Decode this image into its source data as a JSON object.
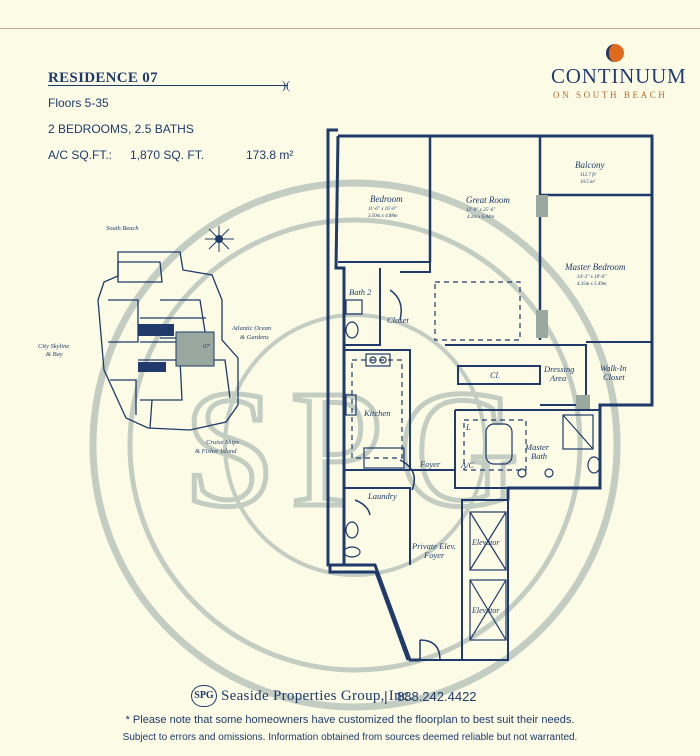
{
  "header": {
    "residence_title": "RESIDENCE 07",
    "floors": "Floors 5-35",
    "bedrooms_baths": "2 BEDROOMS,  2.5 BATHS",
    "area_label": "A/C SQ.FT.:",
    "area_sqft": "1,870 SQ. FT.",
    "area_m2": "173.8 m²"
  },
  "brand": {
    "name": "CONTINUUM",
    "subtitle": "ON SOUTH BEACH"
  },
  "watermark": "SPG",
  "key_plan": {
    "north_label": "South Beach",
    "west_label_1": "City Skyline",
    "west_label_2": "& Bay",
    "east_label_1": "Atlantic Ocean",
    "east_label_2": "& Gardens",
    "south_label_1": "Cruise Ships",
    "south_label_2": "& Fisher Island",
    "unit_marker": "07"
  },
  "rooms": {
    "bedroom": "Bedroom",
    "bedroom_dim": "11'-6\" x 16'-0\"",
    "bedroom_dim_m": "3.50m x 4.88m",
    "great_room": "Great Room",
    "great_room_dim": "13'-9\" x 25'-6\"",
    "great_room_dim_m": "4.2m x 6.84m",
    "balcony": "Balcony",
    "balcony_area": "112.7 ft²",
    "balcony_area_m": "10.5 m²",
    "master_bedroom": "Master Bedroom",
    "master_bedroom_dim": "14'-3\" x 18'-0\"",
    "master_bedroom_dim_m": "4.35m x 5.49m",
    "bath2": "Bath 2",
    "closet": "Closet",
    "kitchen": "Kitchen",
    "cl": "Cl.",
    "dressing_area_1": "Dressing",
    "dressing_area_2": "Area",
    "walk_in_closet_1": "Walk-In",
    "walk_in_closet_2": "Closet",
    "l": "L",
    "master_bath_1": "Master",
    "master_bath_2": "Bath",
    "foyer": "Foyer",
    "ac": "A/C",
    "laundry": "Laundry",
    "private_elev_foyer_1": "Private Elev.",
    "private_elev_foyer_2": "Foyer",
    "elevator_1": "Elevator",
    "elevator_2": "Elevator"
  },
  "footer": {
    "logo_mark": "SPG",
    "company": "Seaside Properties Group, Inc.",
    "separator": "|",
    "phone": "888.242.4422",
    "note": "* Please note that some homeowners have customized the floorplan to best suit their needs.",
    "disclaimer": "Subject to errors and omissions. Information obtained from sources deemed reliable but not warranted."
  },
  "colors": {
    "ink": "#1f3a6b",
    "background": "#fbfbe6",
    "accent_orange": "#e06a1b",
    "watermark": "#c3cdc2",
    "rule": "#c9a98a"
  }
}
